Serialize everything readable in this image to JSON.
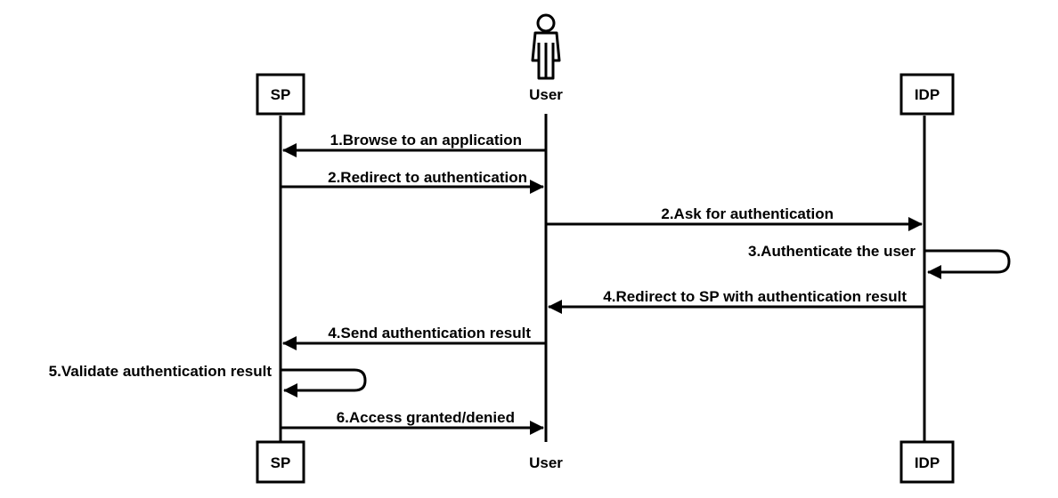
{
  "participants": {
    "sp": {
      "top_label": "SP",
      "bottom_label": "SP"
    },
    "user": {
      "top_label": "User",
      "bottom_label": "User",
      "icon": "person-icon"
    },
    "idp": {
      "top_label": "IDP",
      "bottom_label": "IDP"
    }
  },
  "messages": [
    {
      "label": "1.Browse to an application"
    },
    {
      "label": "2.Redirect to authentication"
    },
    {
      "label": "2.Ask for authentication"
    },
    {
      "label": "3.Authenticate the user"
    },
    {
      "label": "4.Redirect to SP with authentication result"
    },
    {
      "label": "4.Send authentication result"
    },
    {
      "label": "5.Validate authentication result"
    },
    {
      "label": "6.Access granted/denied"
    }
  ]
}
